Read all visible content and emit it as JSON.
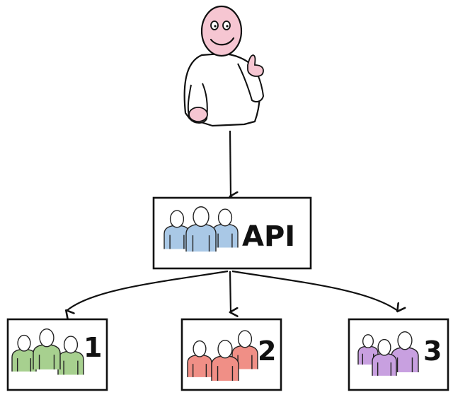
{
  "api_box": {
    "label": "API",
    "group_color": "#a9c8e6"
  },
  "teams": [
    {
      "label": "1",
      "color": "#a7d08f"
    },
    {
      "label": "2",
      "color": "#f08f86"
    },
    {
      "label": "3",
      "color": "#c8a0e0"
    }
  ],
  "user": {
    "face_color": "#f6c6d2"
  }
}
